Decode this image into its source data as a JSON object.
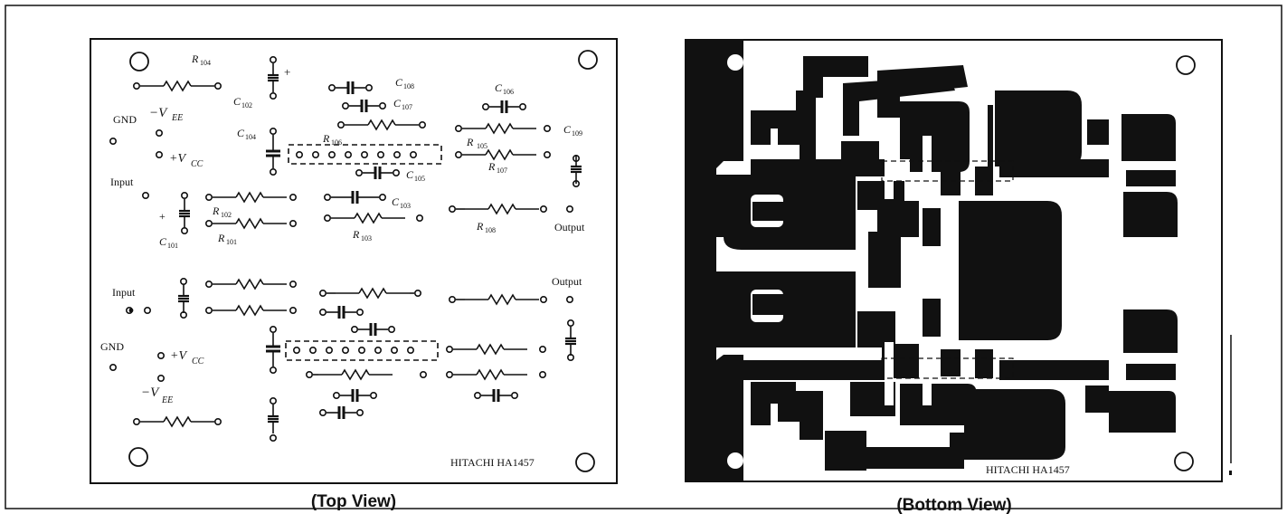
{
  "top_view": {
    "caption": "(Top View)",
    "brand": "HITACHI HA1457",
    "labels": {
      "gnd_upper": "GND",
      "gnd_lower": "GND",
      "input_upper": "Input",
      "input_lower": "Input",
      "output_upper": "Output",
      "output_lower": "Output",
      "vee_upper": "−V",
      "vee_upper_sub": "EE",
      "vee_lower": "−V",
      "vee_lower_sub": "EE",
      "vcc_upper": "+V",
      "vcc_upper_sub": "CC",
      "vcc_lower": "+V",
      "vcc_lower_sub": "CC",
      "plus_c102": "+",
      "plus_c101": "+"
    },
    "components": {
      "r104": {
        "main": "R",
        "sub": "104"
      },
      "c102": {
        "main": "C",
        "sub": "102"
      },
      "c104": {
        "main": "C",
        "sub": "104"
      },
      "c108": {
        "main": "C",
        "sub": "108"
      },
      "c107": {
        "main": "C",
        "sub": "107"
      },
      "r106": {
        "main": "R",
        "sub": "106"
      },
      "c105": {
        "main": "C",
        "sub": "105"
      },
      "c106": {
        "main": "C",
        "sub": "106"
      },
      "c109": {
        "main": "C",
        "sub": "109"
      },
      "r105": {
        "main": "R",
        "sub": "105"
      },
      "r107": {
        "main": "R",
        "sub": "107"
      },
      "r102": {
        "main": "R",
        "sub": "102"
      },
      "r101": {
        "main": "R",
        "sub": "101"
      },
      "c101": {
        "main": "C",
        "sub": "101"
      },
      "c103": {
        "main": "C",
        "sub": "103"
      },
      "r103": {
        "main": "R",
        "sub": "103"
      },
      "r108": {
        "main": "R",
        "sub": "108"
      }
    }
  },
  "bottom_view": {
    "caption": "(Bottom View)",
    "brand": "HITACHI HA1457"
  },
  "colors": {
    "ink": "#111111",
    "paper": "#ffffff"
  }
}
